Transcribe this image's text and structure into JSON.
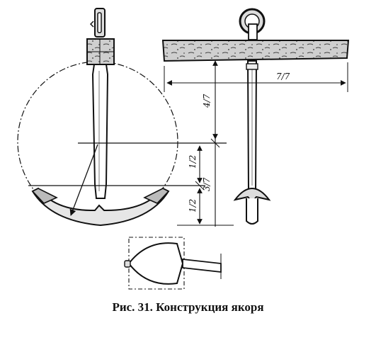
{
  "diagram": {
    "caption": "Рис. 31. Конструкция якоря",
    "dimensions": {
      "stock_length": "7/7",
      "upper_shank": "4/7",
      "arm_half_upper": "1/2",
      "lower_shank": "3/7",
      "arm_half_lower": "1/2"
    }
  }
}
